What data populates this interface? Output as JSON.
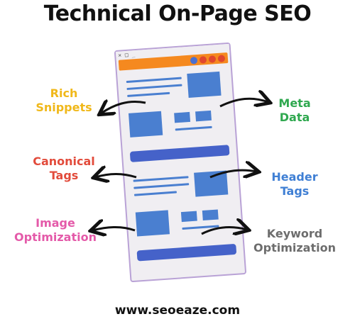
{
  "title": "Technical On-Page SEO",
  "footer": "www.seoeaze.com",
  "window_controls": "× □ _",
  "colors": {
    "address_bar": "#f5891f",
    "content_blocks": "#4a7fd0",
    "dot_blue": "#4a6fd0",
    "dot_red": "#e0472f"
  },
  "labels": {
    "rich_snippets": {
      "line1": "Rich",
      "line2": "Snippets",
      "color": "#f0b81a"
    },
    "meta_data": {
      "line1": "Meta",
      "line2": "Data",
      "color": "#2fa84f"
    },
    "canonical_tags": {
      "line1": "Canonical",
      "line2": "Tags",
      "color": "#e24b3b"
    },
    "header_tags": {
      "line1": "Header",
      "line2": "Tags",
      "color": "#3f7fd4"
    },
    "image_optimization": {
      "line1": "Image",
      "line2": "Optimization",
      "color": "#e45aa9"
    },
    "keyword_optimization": {
      "line1": "Keyword",
      "line2": "Optimization",
      "color": "#6d6d6d"
    }
  }
}
